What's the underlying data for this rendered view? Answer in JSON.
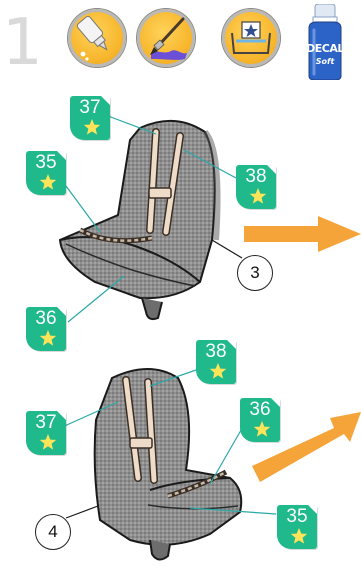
{
  "step": {
    "number": "1"
  },
  "tools": {
    "decal": {
      "line1": "DECAL",
      "line2": "Soft"
    }
  },
  "callouts": [
    {
      "label": "3"
    },
    {
      "label": "4"
    }
  ],
  "tags": {
    "top": [
      {
        "number": "37"
      },
      {
        "number": "35"
      },
      {
        "number": "38"
      },
      {
        "number": "36"
      }
    ],
    "bottom": [
      {
        "number": "38"
      },
      {
        "number": "37"
      },
      {
        "number": "36"
      },
      {
        "number": "35"
      }
    ]
  },
  "colors": {
    "tag_green": "#1fb98c",
    "arrow_orange": "#f5a43a",
    "icon_yellow": "#f7b52b",
    "seat_gray": "#8e8e8e",
    "strap_beige": "#efdcc8",
    "decal_blue": "#2b63c7"
  }
}
